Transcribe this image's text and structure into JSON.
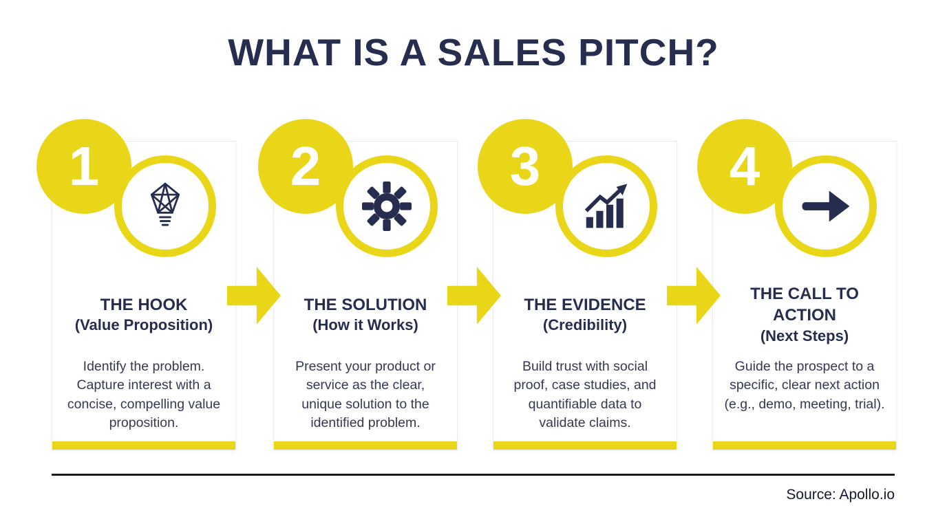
{
  "title": "WHAT IS A SALES PITCH?",
  "source": "Source: Apollo.io",
  "colors": {
    "yellow": "#E9D619",
    "navy": "#272D4E",
    "text": "#343950",
    "line": "#15192B"
  },
  "steps": [
    {
      "number": "1",
      "title": "THE HOOK",
      "subtitle": "(Value Proposition)",
      "description": "Identify the problem. Capture interest with a concise, compelling value proposition.",
      "icon": "idea-bulb-icon"
    },
    {
      "number": "2",
      "title": "THE SOLUTION",
      "subtitle": "(How it Works)",
      "description": "Present your product or service as the clear, unique solution to the identified problem.",
      "icon": "gear-icon"
    },
    {
      "number": "3",
      "title": "THE EVIDENCE",
      "subtitle": "(Credibility)",
      "description": "Build trust with social proof, case studies, and quantifiable data to validate claims.",
      "icon": "growth-chart-icon"
    },
    {
      "number": "4",
      "title": "THE CALL TO ACTION",
      "subtitle": "(Next Steps)",
      "description": "Guide the prospect to a specific, clear next action (e.g., demo, meeting, trial).",
      "icon": "arrow-right-icon"
    }
  ]
}
